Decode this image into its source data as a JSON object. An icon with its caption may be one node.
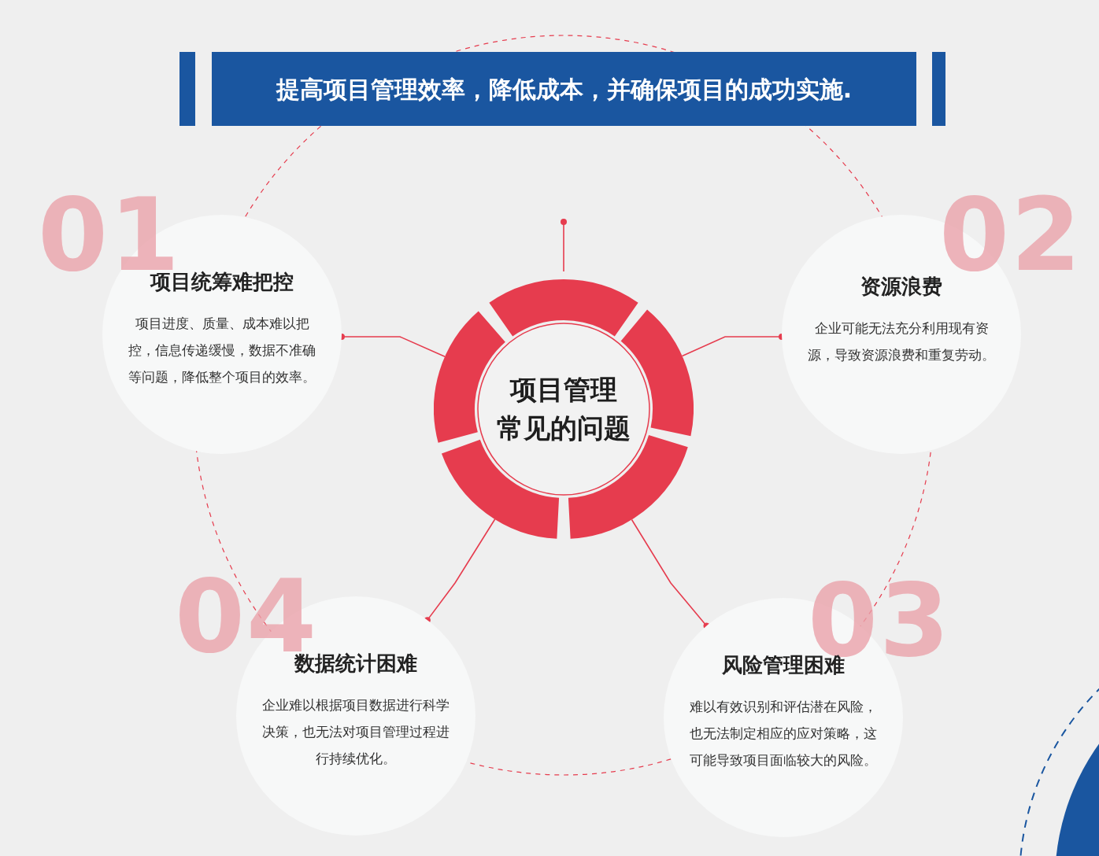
{
  "diagram": {
    "title": "提高项目管理效率，降低成本，并确保项目的成功实施.",
    "nodes": [
      {
        "text": [
          "项目管理常见的问题"
        ]
      },
      {
        "text": [
          "01",
          "项目统筹难把控",
          "项目进度、质量、成本难以把控，信息传递缓慢，数据不准确等问题，降低整个项目的效率。"
        ]
      },
      {
        "text": [
          "02",
          "资源浪费",
          "企业可能无法充分利用现有资源，导致资源浪费和重复劳动。"
        ]
      },
      {
        "text": [
          "03",
          "风险管理困难",
          "难以有效识别和评估潜在风险，也无法制定相应的应对策略，这可能导致项目面临较大的风险。"
        ]
      },
      {
        "text": [
          "04",
          "数据统计困难",
          "企业难以根据项目数据进行科学决策，也无法对项目管理过程进行持续优化。"
        ]
      }
    ],
    "edges": [
      {
        "from": 0,
        "to": 1,
        "arrow": "other"
      },
      {
        "from": 0,
        "to": 2,
        "arrow": "other"
      },
      {
        "from": 0,
        "to": 3,
        "arrow": "other"
      },
      {
        "from": 0,
        "to": 4,
        "arrow": "other"
      }
    ]
  }
}
